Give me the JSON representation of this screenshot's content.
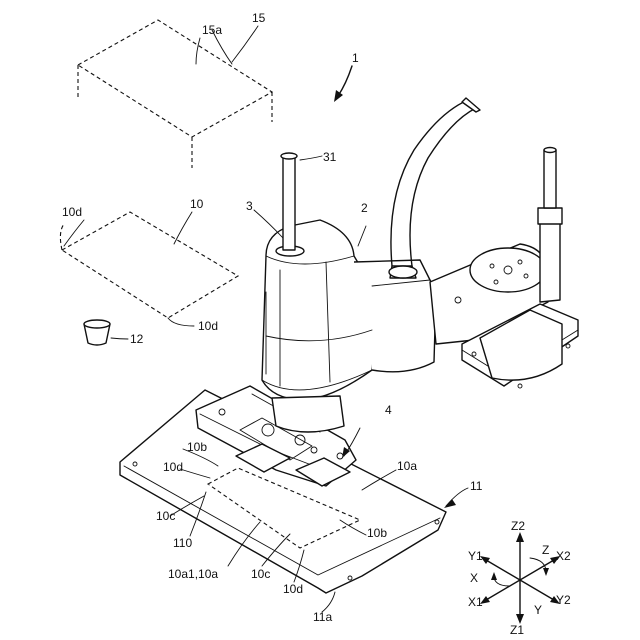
{
  "labels": {
    "l_15": "15",
    "l_15a": "15a",
    "l_1": "1",
    "l_31": "31",
    "l_3": "3",
    "l_2": "2",
    "l_10d_top": "10d",
    "l_10": "10",
    "l_10d_mid": "10d",
    "l_12": "12",
    "l_4": "4",
    "l_10b_left": "10b",
    "l_10d_left": "10d",
    "l_10a_right": "10a",
    "l_11": "11",
    "l_10c_left": "10c",
    "l_10b_right": "10b",
    "l_110": "110",
    "l_10a1": "10a1,10a",
    "l_10c_bottom": "10c",
    "l_10d_bottom": "10d",
    "l_11a": "11a"
  },
  "axes": {
    "z2": "Z2",
    "z": "Z",
    "y1": "Y1",
    "x2": "X2",
    "x": "X",
    "x1": "X1",
    "y2": "Y2",
    "y": "Y",
    "z1": "Z1"
  }
}
